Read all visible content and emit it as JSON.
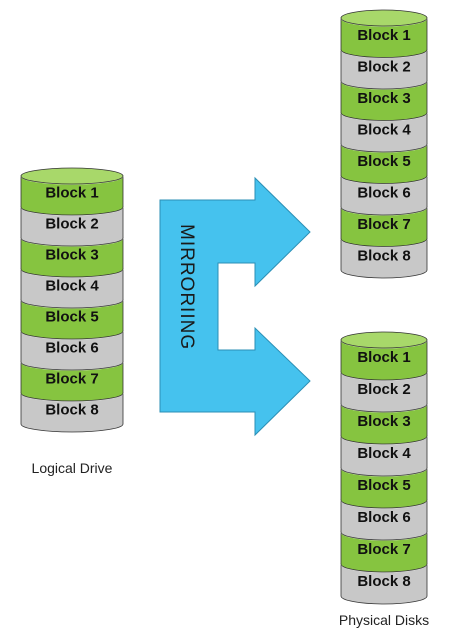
{
  "colors": {
    "green": "#86c440",
    "green_top": "#a8d86a",
    "gray": "#c8c8c8",
    "gray_bottom": "#c0c0c0",
    "arrow": "#45c2ee",
    "outline": "#333333"
  },
  "logical_drive": {
    "caption": "Logical Drive",
    "blocks": [
      "Block 1",
      "Block 2",
      "Block 3",
      "Block 4",
      "Block 5",
      "Block 6",
      "Block 7",
      "Block 8"
    ]
  },
  "mirror": {
    "label": "MIRRORIING"
  },
  "physical_disks": {
    "caption": "Physical Disks",
    "disk_1": {
      "blocks": [
        "Block 1",
        "Block 2",
        "Block 3",
        "Block 4",
        "Block 5",
        "Block 6",
        "Block 7",
        "Block 8"
      ]
    },
    "disk_2": {
      "blocks": [
        "Block 1",
        "Block 2",
        "Block 3",
        "Block 4",
        "Block 5",
        "Block 6",
        "Block 7",
        "Block 8"
      ]
    }
  }
}
